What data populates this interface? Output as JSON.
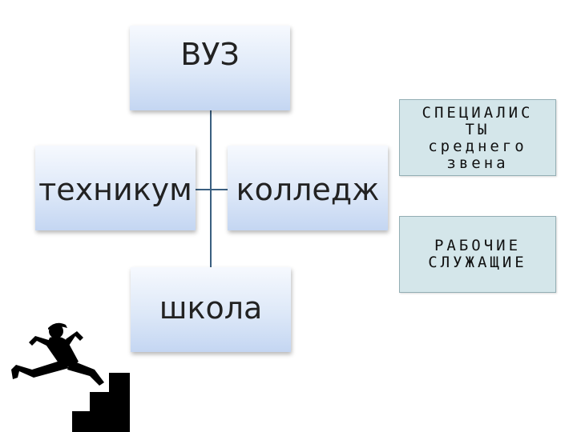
{
  "diagram": {
    "nodes": {
      "vuz": "ВУЗ",
      "technikum": "техникум",
      "college": "колледж",
      "school": "школа"
    },
    "specialists_box": {
      "lines": [
        "СПЕЦИАЛИС",
        "ТЫ",
        "среднего",
        "звена"
      ]
    },
    "workers_box": {
      "lines": [
        "РАБОЧИЕ",
        "СЛУЖАЩИЕ"
      ]
    }
  },
  "colors": {
    "node_gradient_top": "#f6f9fe",
    "node_gradient_bottom": "#c4d6f2",
    "connector": "#3a5f80",
    "teal_box": "#d4e6ea"
  },
  "icons": [
    "runner-on-stairs-icon"
  ]
}
